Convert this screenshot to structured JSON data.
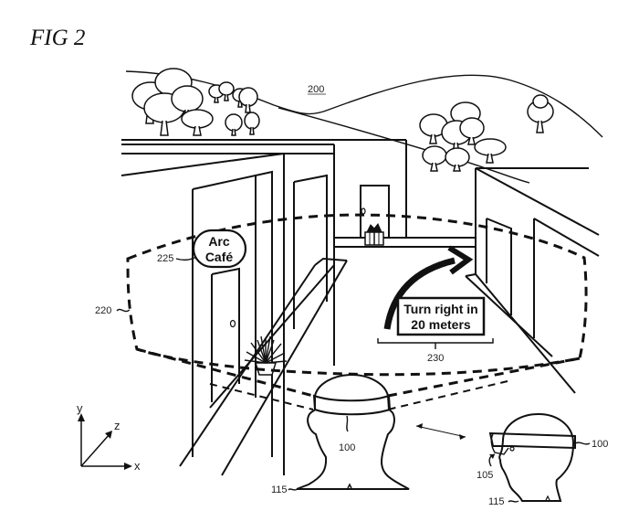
{
  "figure": {
    "title": "FIG 2",
    "scene_ref": "200",
    "field_of_view_ref": "220",
    "sign_ref": "225",
    "nav_overlay_ref": "230",
    "device_ref_rear": "100",
    "device_ref_side": "100",
    "user_ref_rear": "115",
    "user_ref_side": "115",
    "display_ref": "105"
  },
  "sign": {
    "line1": "Arc",
    "line2": "Café"
  },
  "navigation": {
    "line1": "Turn right in",
    "line2": "20 meters"
  },
  "axes": {
    "x": "x",
    "y": "y",
    "z": "z"
  }
}
